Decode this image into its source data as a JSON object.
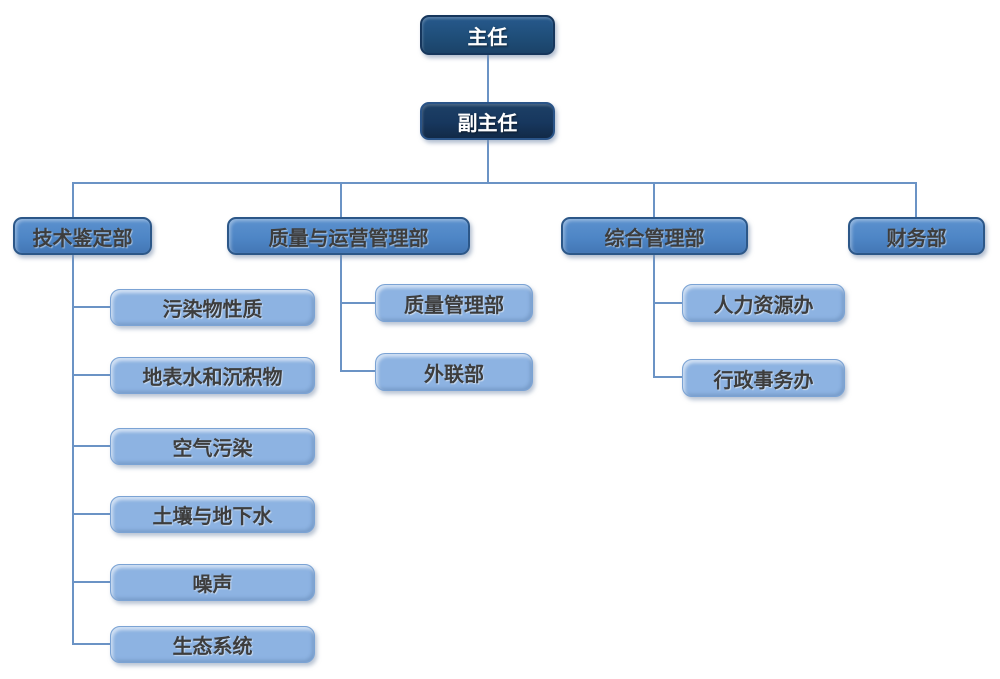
{
  "diagram": {
    "type": "org-chart",
    "director": {
      "label": "主任"
    },
    "deputy_director": {
      "label": "副主任"
    },
    "departments": [
      {
        "label": "技术鉴定部",
        "children": [
          "污染物性质",
          "地表水和沉积物",
          "空气污染",
          "土壤与地下水",
          "噪声",
          "生态系统"
        ]
      },
      {
        "label": "质量与运营管理部",
        "children": [
          "质量管理部",
          "外联部"
        ]
      },
      {
        "label": "综合管理部",
        "children": [
          "人力资源办",
          "行政事务办"
        ]
      },
      {
        "label": "财务部",
        "children": []
      }
    ]
  },
  "colors": {
    "level1-fill": "#1F4E79",
    "level1-border": "#16365C",
    "deputy-fill": "#17375E",
    "deputy-border": "#2A5488",
    "level2-fill": "#4E86C6",
    "level2-border": "#2C5788",
    "level3-fill": "#8DB3E2",
    "level3-border": "#7BA3D4",
    "connector": "#6B93C5",
    "text-dark": "#3D3D3D",
    "text-light": "#FFFFFF"
  }
}
